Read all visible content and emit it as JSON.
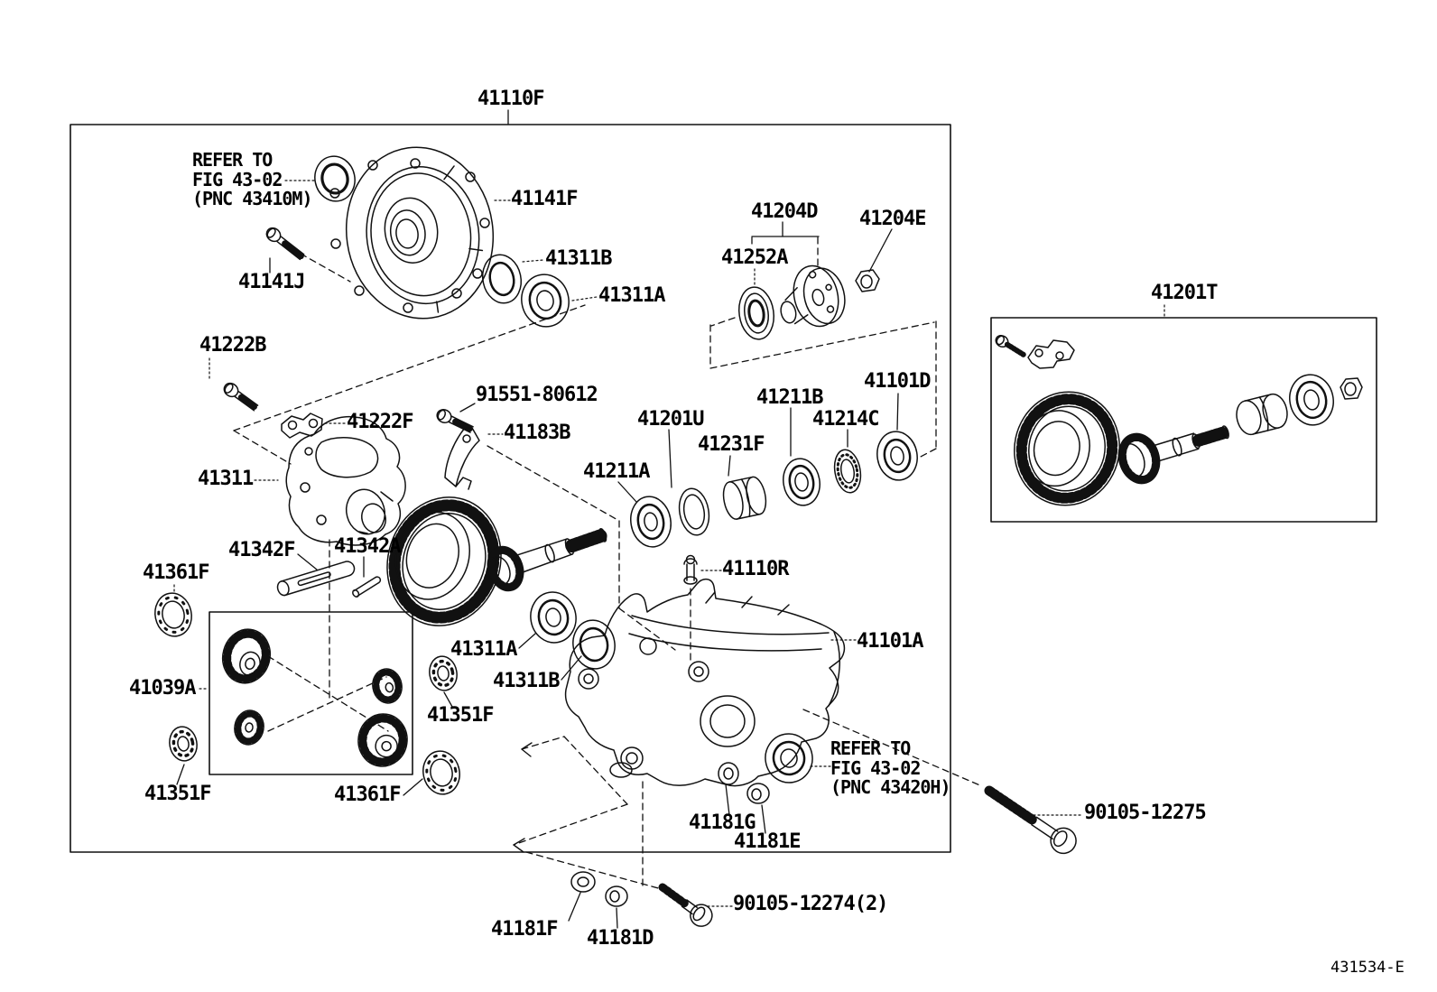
{
  "figure": {
    "drawing_code": "431534-E",
    "notes": {
      "refer_top": "REFER TO\nFIG 43-02\n(PNC 43410M)",
      "refer_bottom": "REFER TO\nFIG 43-02\n(PNC 43420H)"
    },
    "parts": {
      "p41110f": "41110F",
      "p41141f": "41141F",
      "p41141j": "41141J",
      "p41311b": "41311B",
      "p41311a": "41311A",
      "p41204d": "41204D",
      "p41204e": "41204E",
      "p41252a": "41252A",
      "p41201t": "41201T",
      "p41222b": "41222B",
      "p41222f": "41222F",
      "p91551_80612": "91551-80612",
      "p41183b": "41183B",
      "p41311": "41311",
      "p41201u": "41201U",
      "p41231f": "41231F",
      "p41211a": "41211A",
      "p41211b": "41211B",
      "p41214c": "41214C",
      "p41101d": "41101D",
      "p41110r": "41110R",
      "p41342f": "41342F",
      "p41342a": "41342A",
      "p41361f": "41361F",
      "p41039a": "41039A",
      "p41351f": "41351F",
      "p41101a": "41101A",
      "p90105_12275": "90105-12275",
      "p41181g": "41181G",
      "p41181e": "41181E",
      "p41181f": "41181F",
      "p41181d": "41181D",
      "p90105_12274": "90105-12274(2)"
    }
  }
}
